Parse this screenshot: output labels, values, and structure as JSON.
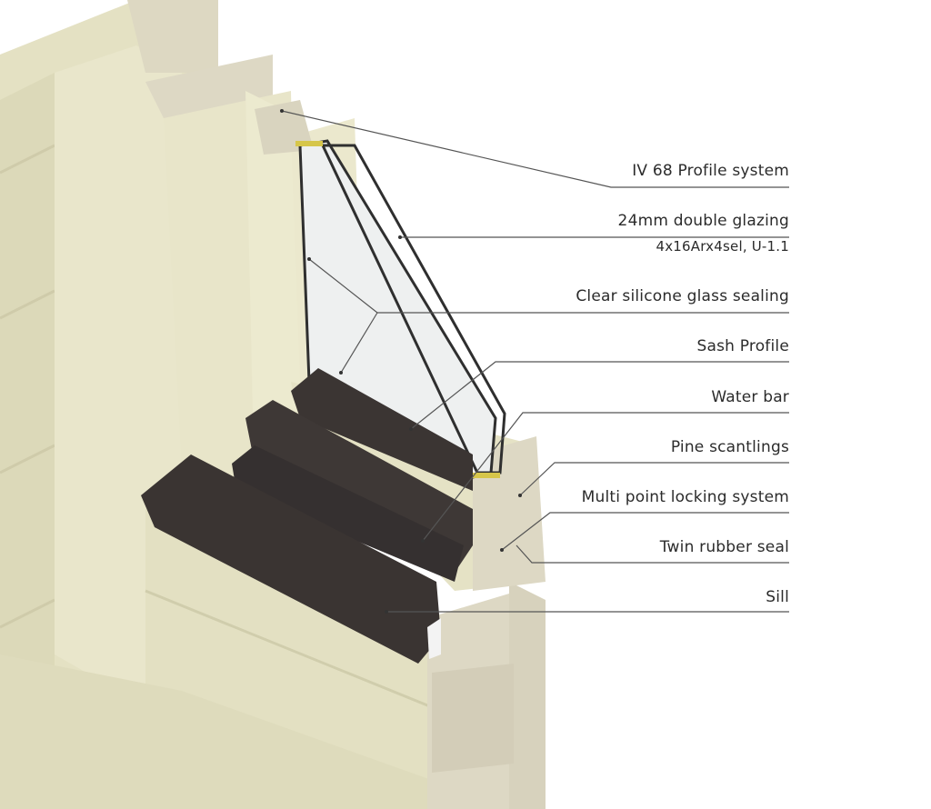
{
  "labels": [
    {
      "id": "profile-system",
      "text": "IV 68 Profile system"
    },
    {
      "id": "double-glazing",
      "text": "24mm double glazing",
      "subtext": "4x16Arx4sel, U-1.1"
    },
    {
      "id": "silicone-sealing",
      "text": "Clear silicone glass sealing"
    },
    {
      "id": "sash-profile",
      "text": "Sash Profile"
    },
    {
      "id": "water-bar",
      "text": "Water bar"
    },
    {
      "id": "pine-scantlings",
      "text": "Pine scantlings"
    },
    {
      "id": "locking-system",
      "text": "Multi point locking system"
    },
    {
      "id": "rubber-seal",
      "text": "Twin rubber seal"
    },
    {
      "id": "sill",
      "text": "Sill"
    }
  ],
  "colors": {
    "wood": "#e6e3c6",
    "wood_dark": "#d2cfae",
    "end_grain": "#ddd8c4",
    "profile": "#3b3533",
    "glass": "#e9ecec",
    "leader": "#555555"
  }
}
